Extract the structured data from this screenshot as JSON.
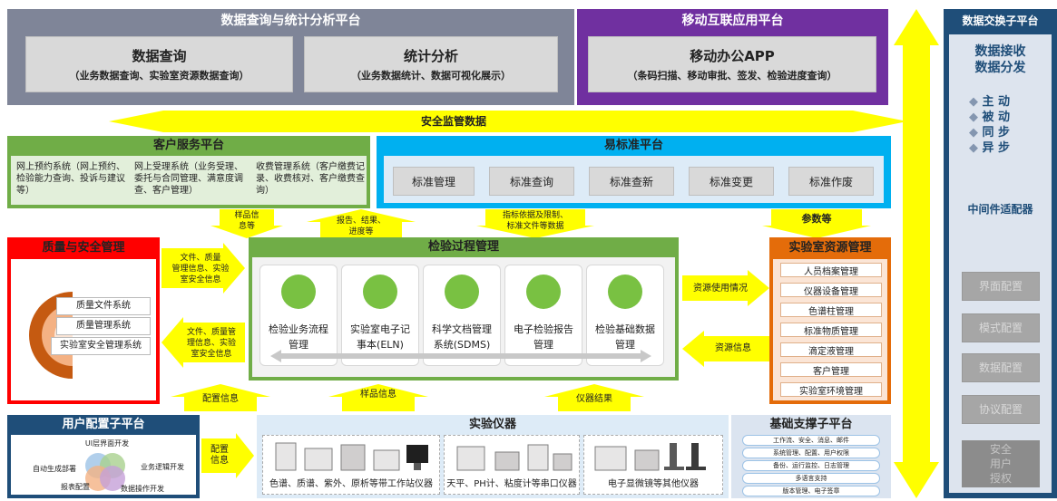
{
  "top_left": {
    "title": "数据查询与统计分析平台",
    "query": {
      "title": "数据查询",
      "sub": "（业务数据查询、实验室资源数据查询）"
    },
    "stats": {
      "title": "统计分析",
      "sub": "（业务数据统计、数据可视化展示）"
    }
  },
  "mobile": {
    "title": "移动互联应用平台",
    "app": {
      "title": "移动办公APP",
      "sub": "（条码扫描、移动审批、签发、检验进度查询）"
    }
  },
  "safety_monitor": "安全监管数据",
  "customer": {
    "title": "客户服务平台",
    "items": [
      "网上预约系统（网上预约、检验能力查询、投诉与建议等）",
      "网上受理系统（业务受理、委托与合同管理、满意度调查、客户管理）",
      "收费管理系统（客户缴费记录、收费核对、客户缴费查询）"
    ]
  },
  "standard": {
    "title": "易标准平台",
    "items": [
      "标准管理",
      "标准查询",
      "标准查新",
      "标准变更",
      "标准作废"
    ]
  },
  "arrows": {
    "sample_info_down": "样品信\n息等",
    "report_up": "报告、结果、\n进度等",
    "index_down": "指标依据及限制、\n标准文件等数据",
    "params": "参数等",
    "file_right": "文件、质量\n管理信息、实验\n室安全信息",
    "file_left": "文件、质量管\n理信息、实验\n室安全信息",
    "resource_usage": "资源使用情况",
    "resource_info": "资源信息",
    "config_info": "配置信息",
    "sample_info": "样品信息",
    "instrument_result": "仪器结果",
    "config_info_right": "配置\n信息"
  },
  "quality": {
    "title": "质量与安全管理",
    "items": [
      "质量文件系统",
      "质量管理系统",
      "实验室安全管理系统"
    ]
  },
  "process": {
    "title": "检验过程管理",
    "items": [
      "检验业务流程\n管理",
      "实验室电子记\n事本(ELN)",
      "科学文档管理\n系统(SDMS)",
      "电子检验报告\n管理",
      "检验基础数据\n管理"
    ]
  },
  "lab_resource": {
    "title": "实验室资源管理",
    "items": [
      "人员档案管理",
      "仪器设备管理",
      "色谱柱管理",
      "标准物质管理",
      "滴定液管理",
      "客户管理",
      "实验室环境管理"
    ]
  },
  "user_config": {
    "title": "用户配置子平台",
    "labels": [
      "UI层界面开发",
      "自动生成部署",
      "业务逻辑开发",
      "报表配置",
      "数据操作开发"
    ]
  },
  "instruments": {
    "title": "实验仪器",
    "groups": [
      "色谱、质谱、紫外、原析等带工作站仪器",
      "天平、PH计、粘度计等串口仪器",
      "电子显微镜等其他仪器"
    ]
  },
  "base_support": {
    "title": "基础支撑子平台",
    "items": [
      "工作流、安全、消息、邮件",
      "系统管理、配置、用户权限",
      "备份、运行监控、日志管理",
      "多语言支持",
      "版本管理、电子签章"
    ]
  },
  "exchange": {
    "title": "数据交换子平台",
    "headline": "数据接收\n数据分发",
    "modes": [
      "主 动",
      "被 动",
      "同 步",
      "异 步"
    ],
    "middleware": "中间件适配器",
    "buttons": [
      "界面配置",
      "模式配置",
      "数据配置",
      "协议配置"
    ],
    "security": "安全\n用户\n授权"
  },
  "colors": {
    "slate": "#7f8598",
    "purple": "#7030a0",
    "green": "#70ad47",
    "blue": "#00b0f0",
    "red": "#ff0000",
    "orange": "#e46c0a",
    "yellow": "#ffff00",
    "navy": "#1f4e79"
  }
}
